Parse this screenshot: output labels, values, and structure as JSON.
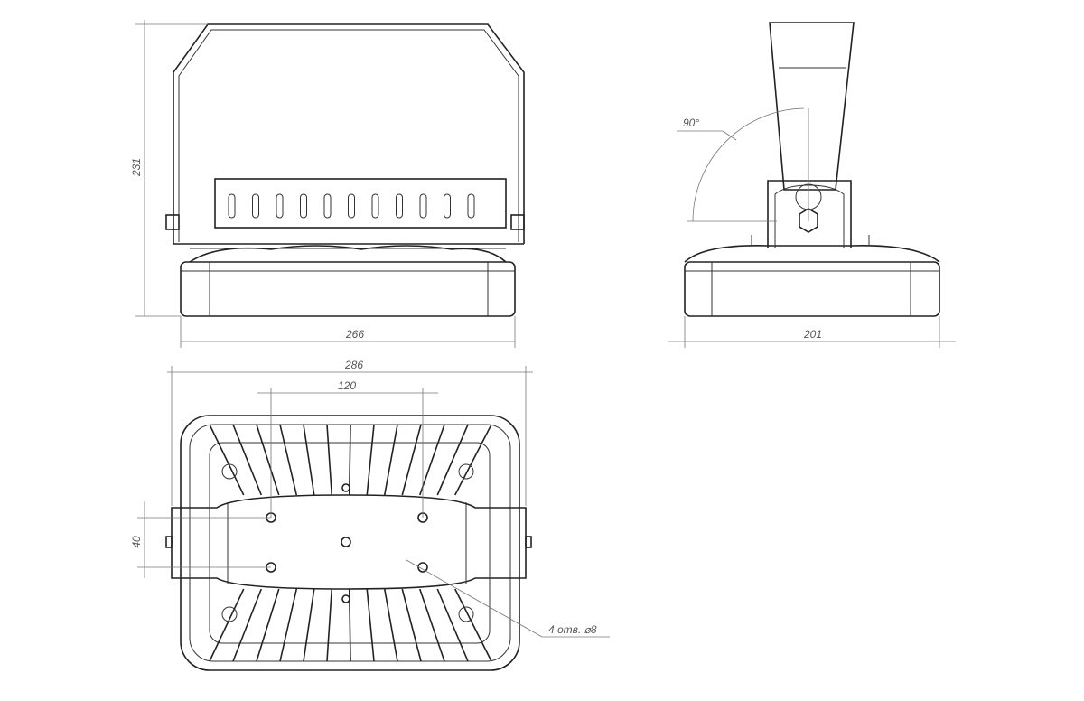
{
  "dimensions": {
    "front_height": "231",
    "front_width": "266",
    "side_width": "201",
    "side_angle": "90°",
    "bottom_width": "286",
    "hole_spacing_x": "120",
    "hole_spacing_y": "40",
    "holes_note": "4 отв. ⌀8"
  },
  "colors": {
    "line": "#222222",
    "dimension": "#777777"
  }
}
